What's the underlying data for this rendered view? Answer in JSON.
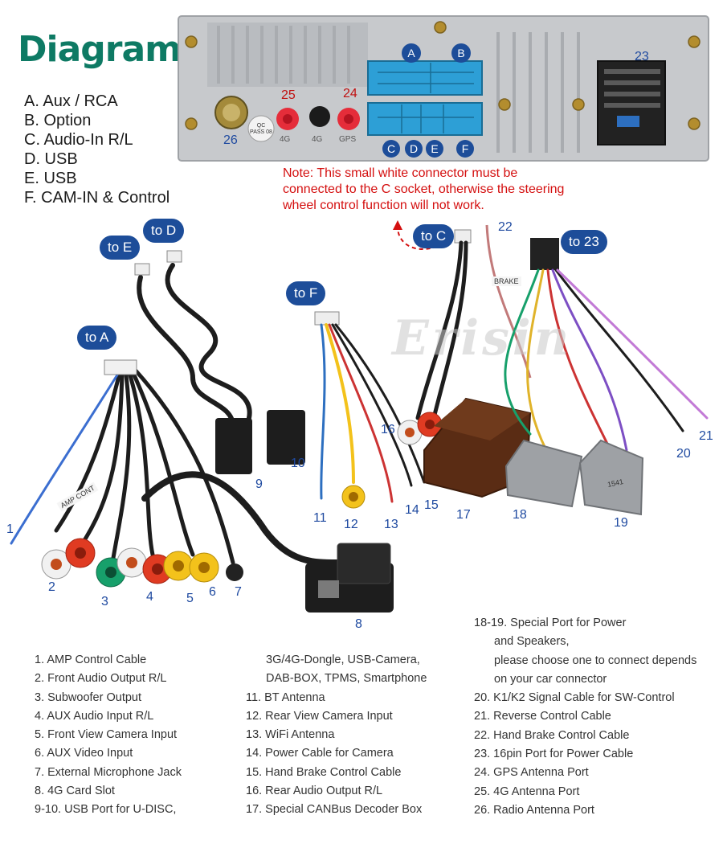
{
  "title": "Diagram",
  "port_key": [
    "A. Aux / RCA",
    "B. Option",
    "C. Audio-In R/L",
    "D. USB",
    "E. USB",
    "F. CAM-IN & Control"
  ],
  "note": "Note: This small white connector must be connected to the C socket, otherwise the steering wheel control function will not work.",
  "unit_labels": {
    "A": "A",
    "B": "B",
    "C": "C",
    "D": "D",
    "E": "E",
    "F": "F",
    "port_23": "23",
    "port_24": "24",
    "port_25": "25",
    "port_26": "26",
    "ant_4g": "4G",
    "ant_gps": "GPS",
    "ant_4g2": "4G",
    "qc_pass": "QC PASS 08"
  },
  "pills": {
    "to_d": "to D",
    "to_e": "to E",
    "to_a": "to A",
    "to_f": "to F",
    "to_c": "to C",
    "to_23": "to 23"
  },
  "callouts": [
    "1",
    "2",
    "3",
    "4",
    "5",
    "6",
    "7",
    "8",
    "9",
    "10",
    "11",
    "12",
    "13",
    "14",
    "15",
    "16",
    "17",
    "18",
    "19",
    "20",
    "21",
    "22"
  ],
  "cable_tags": {
    "amp_cont": "AMP CONT",
    "brake": "BRAKE",
    "tag_1541": "1541",
    "watermark": "Erisin"
  },
  "legend": {
    "col1": [
      "1. AMP Control Cable",
      "2. Front Audio Output R/L",
      "3. Subwoofer Output",
      "4. AUX Audio Input R/L",
      "5. Front View Camera Input",
      "6. AUX Video Input",
      "7. External Microphone Jack",
      "8. 4G Card Slot",
      "9-10. USB Port for U-DISC,"
    ],
    "col2": [
      "3G/4G-Dongle, USB-Camera,",
      "DAB-BOX, TPMS, Smartphone",
      "11. BT Antenna",
      "12. Rear View Camera Input",
      "13. WiFi Antenna",
      "14. Power Cable for Camera",
      "15. Hand Brake Control Cable",
      "16. Rear Audio Output R/L",
      "17. Special CANBus Decoder Box"
    ],
    "col3": [
      "18-19. Special Port for Power",
      "and Speakers,",
      "please choose one to connect depends",
      "on your car connector",
      "20. K1/K2 Signal Cable for SW-Control",
      "21. Reverse Control Cable",
      "22. Hand Brake Control Cable",
      "23. 16pin Port for Power Cable",
      "24. GPS Antenna Port",
      "25. 4G Antenna Port",
      "26. Radio Antenna Port"
    ]
  },
  "colors": {
    "title_green": "#0e7a64",
    "pill_blue": "#1d4d99",
    "callout_blue": "#1f4aa0",
    "note_red": "#d40f0f",
    "connector_blue": "#2d9fd6",
    "rca_red": "#e03b22",
    "rca_white": "#f1f1f1",
    "rca_yellow": "#f3c21b",
    "rca_green": "#17a06b",
    "panel_gray": "#c7c9cc"
  }
}
